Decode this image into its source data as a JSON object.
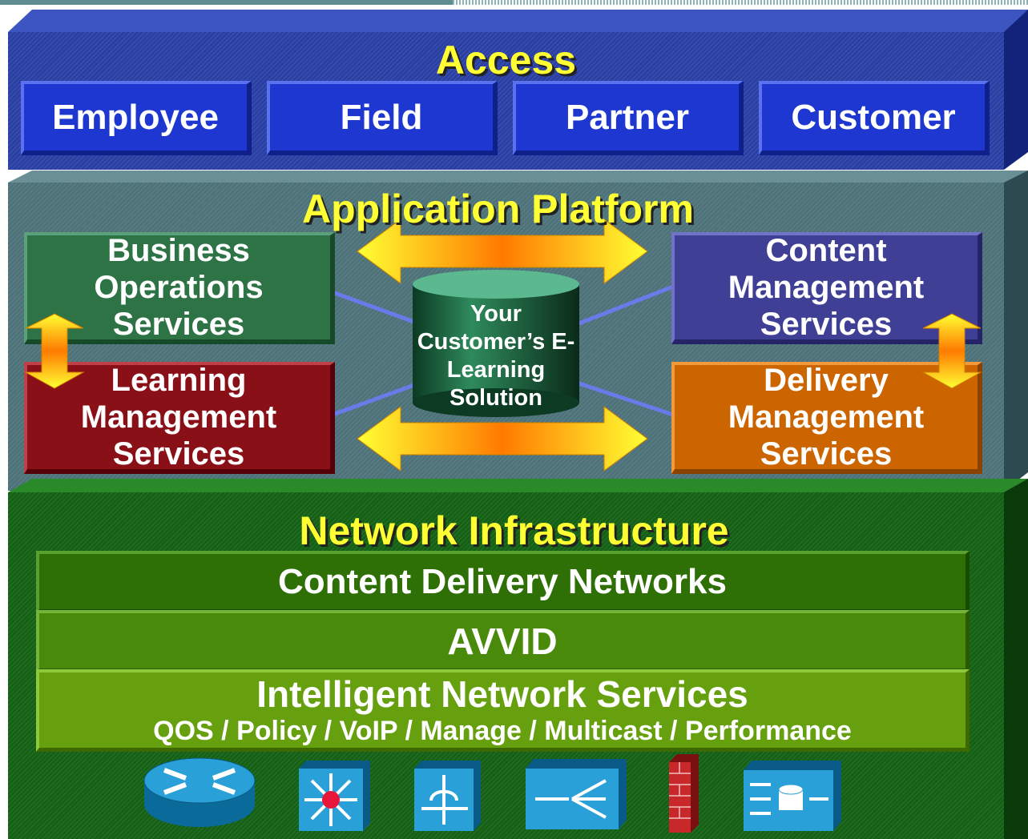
{
  "access": {
    "title": "Access",
    "items": [
      "Employee",
      "Field",
      "Partner",
      "Customer"
    ]
  },
  "application_platform": {
    "title": "Application Platform",
    "business_operations": "Business Operations Services",
    "learning_management": "Learning Management Services",
    "content_management": "Content Management Services",
    "delivery_management": "Delivery Management Services",
    "database_label": "Your Customer’s E-Learning Solution"
  },
  "network_infrastructure": {
    "title": "Network Infrastructure",
    "cdn": "Content Delivery Networks",
    "avvid": "AVVID",
    "ins_title": "Intelligent Network Services",
    "ins_subtitle": "QOS / Policy / VoIP / Manage / Multicast / Performance"
  },
  "icons": [
    "router-icon",
    "multilayer-switch-icon",
    "layer3-switch-icon",
    "content-switch-icon",
    "firewall-icon",
    "content-engine-icon"
  ],
  "colors": {
    "access_layer": "#2a3fa3",
    "platform_layer": "#4d7279",
    "network_layer": "#146014",
    "title_yellow": "#ffff33"
  }
}
